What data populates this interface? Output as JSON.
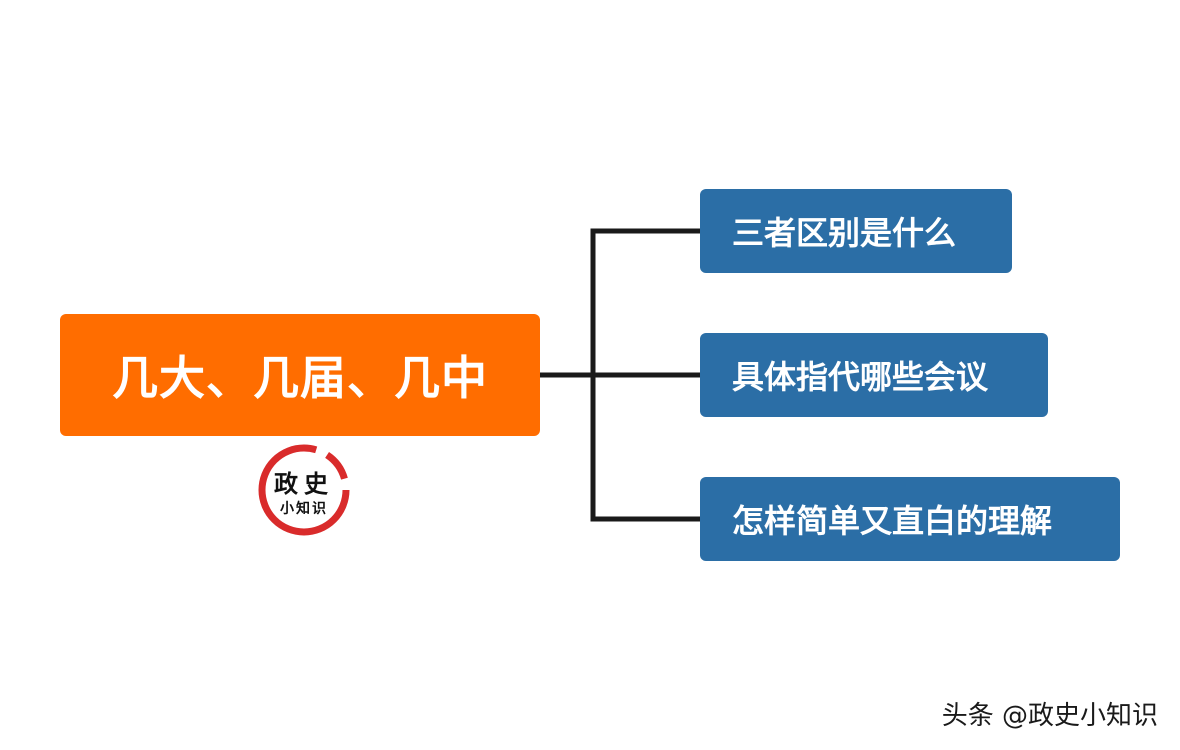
{
  "diagram": {
    "root": {
      "label": "几大、几届、几中",
      "color": "#ff6d00"
    },
    "branches": [
      {
        "label": "三者区别是什么"
      },
      {
        "label": "具体指代哪些会议"
      },
      {
        "label": "怎样简单又直白的理解"
      }
    ],
    "branch_color": "#2b6ea6",
    "connector_color": "#1a1a1a"
  },
  "seal": {
    "line1": "政史",
    "line2": "小知识",
    "ring_color": "#d92b2b"
  },
  "watermark": "头条 @政史小知识"
}
